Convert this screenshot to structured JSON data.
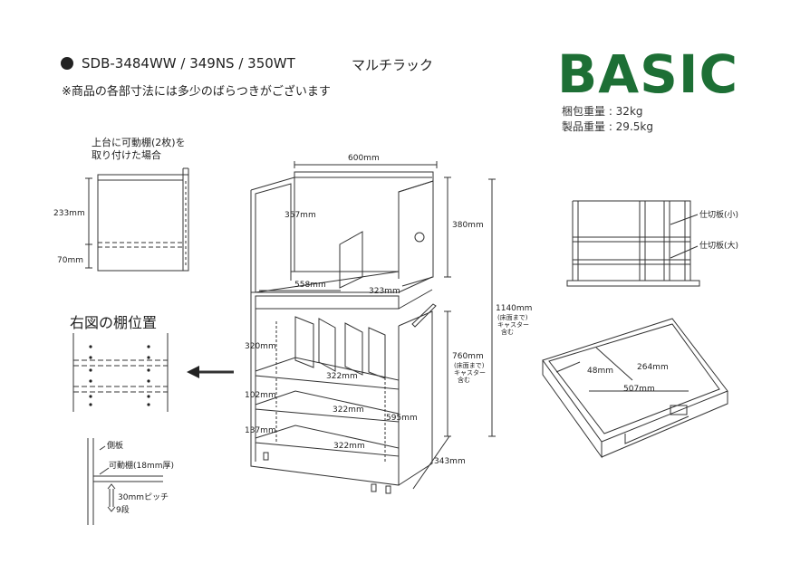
{
  "header": {
    "model": "SDB-3484WW / 349NS / 350WT",
    "type": "マルチラック",
    "note": "※商品の各部寸法には多少のばらつきがございます"
  },
  "brand": {
    "name": "BASIC",
    "color": "#1d6f35"
  },
  "weights": {
    "package": "梱包重量 : 32kg",
    "product": "製品重量 : 29.5kg"
  },
  "inset": {
    "title_line1": "上台に可動棚(2枚)を",
    "title_line2": "取り付けた場合",
    "dim_upper": "233mm",
    "dim_lower": "70mm"
  },
  "shelf_position": {
    "title": "右図の棚位置",
    "side_panel": "側板",
    "movable_shelf": "可動棚(18mm厚)",
    "pitch": "30mmピッチ",
    "steps": "9段"
  },
  "main": {
    "width_top": "600mm",
    "inner_top_height": "357mm",
    "upper_height": "380mm",
    "inner_width": "558mm",
    "divider_width": "323mm",
    "total_height": "1140mm",
    "total_height_note1": "(床面まで)",
    "total_height_note2": "キャスター",
    "total_height_note3": "含む",
    "lower_height": "760mm",
    "lower_note1": "(床面まで)",
    "lower_note2": "キャスター",
    "lower_note3": "含む",
    "shelf1_height": "320mm",
    "shelf2_height": "102mm",
    "shelf3_height": "137mm",
    "shelf_depth_1": "322mm",
    "shelf_depth_2": "322mm",
    "shelf_depth_3": "322mm",
    "inner_lower_height": "595mm",
    "depth": "343mm"
  },
  "divider_plan": {
    "small": "仕切板(小)",
    "large": "仕切板(大)"
  },
  "drawer": {
    "depth": "48mm",
    "inner_depth": "264mm",
    "width": "507mm"
  }
}
